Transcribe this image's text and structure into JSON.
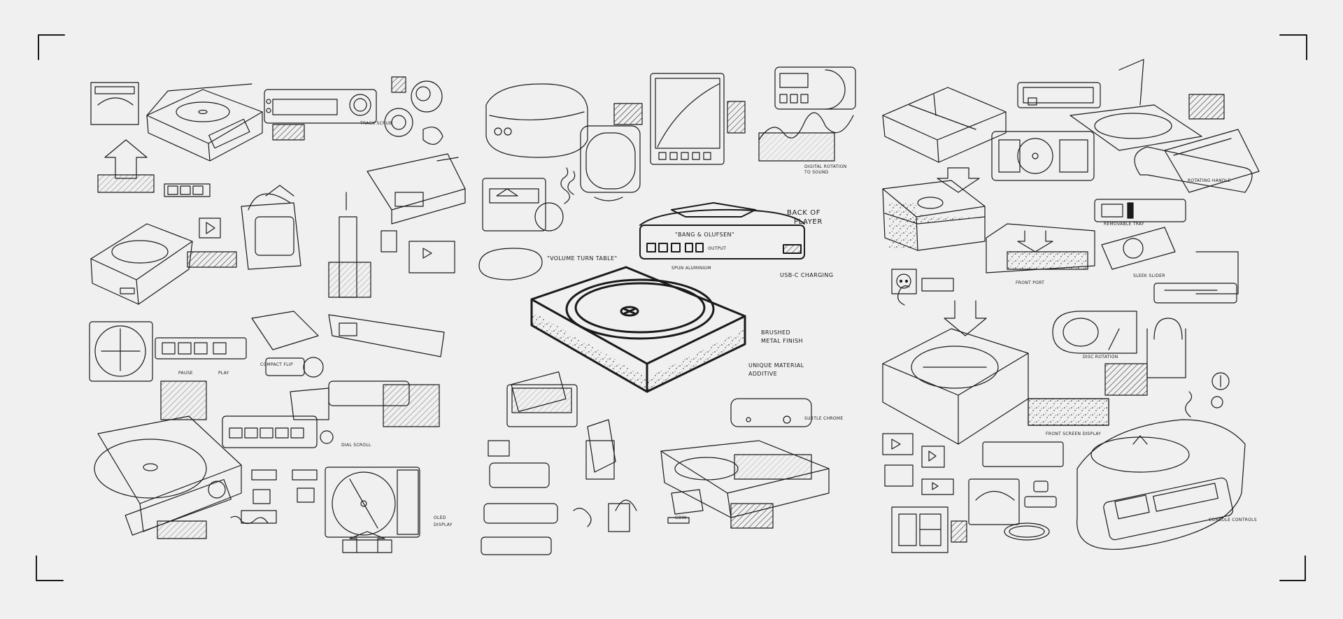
{
  "page": {
    "background": "#f0f0f0",
    "ink": "#1a1a1a"
  },
  "annotations": {
    "back_of_player_1": "BACK OF",
    "back_of_player_2": "PLAYER",
    "brand_plate": "\"BANG & OLUFSEN\"",
    "output": "OUTPUT",
    "usb_c": "USB-C CHARGING",
    "volume_turntable": "\"VOLUME TURN TABLE\"",
    "spun_aluminium": "SPUN ALUMINIUM",
    "brushed_1": "BRUSHED",
    "brushed_2": "METAL FINISH",
    "unique_material_1": "UNIQUE MATERIAL",
    "unique_material_2": "ADDITIVE",
    "track_scrub": "TRACK SCRUB",
    "digital_rotation_1": "DIGITAL ROTATION",
    "digital_rotation_2": "TO SOUND",
    "oled_display_1": "OLED",
    "oled_display_2": "DISPLAY",
    "front_screen": "FRONT SCREEN DISPLAY",
    "disc_rotation": "DISC ROTATION",
    "sleek_slider": "SLEEK SLIDER",
    "dial_scroll": "DIAL SCROLL",
    "coin": "COIN",
    "subtle_chrome": "SUBTLE CHROME",
    "rotating_handle": "ROTATING HANDLE",
    "front_port": "FRONT PORT",
    "console_controls": "CONSOLE CONTROLS",
    "compact_flip": "COMPACT FLIP",
    "play": "PLAY",
    "pause": "PAUSE",
    "removable_tray": "REMOVABLE TRAY"
  }
}
